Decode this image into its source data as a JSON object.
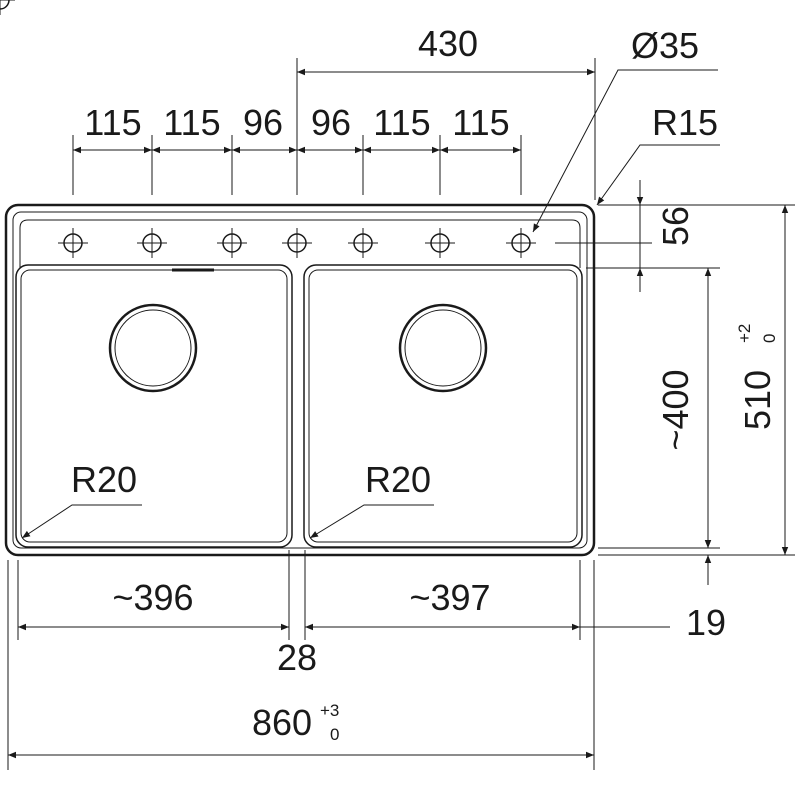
{
  "dimensions": {
    "top_spacings": [
      "115",
      "115",
      "96",
      "96",
      "115",
      "115"
    ],
    "tap_span": "430",
    "hole_diameter": "Ø35",
    "corner_radius_outer": "R15",
    "ledge_depth": "56",
    "bowl_depth": "~400",
    "total_depth": "510",
    "total_depth_tol_plus": "+2",
    "total_depth_tol_minus": "0",
    "rear_offset": "19",
    "left_bowl_width": "~396",
    "right_bowl_width": "~397",
    "divider_width": "28",
    "total_width": "860",
    "total_width_tol_plus": "+3",
    "total_width_tol_minus": "0",
    "bowl_radius_left": "R20",
    "bowl_radius_right": "R20"
  }
}
